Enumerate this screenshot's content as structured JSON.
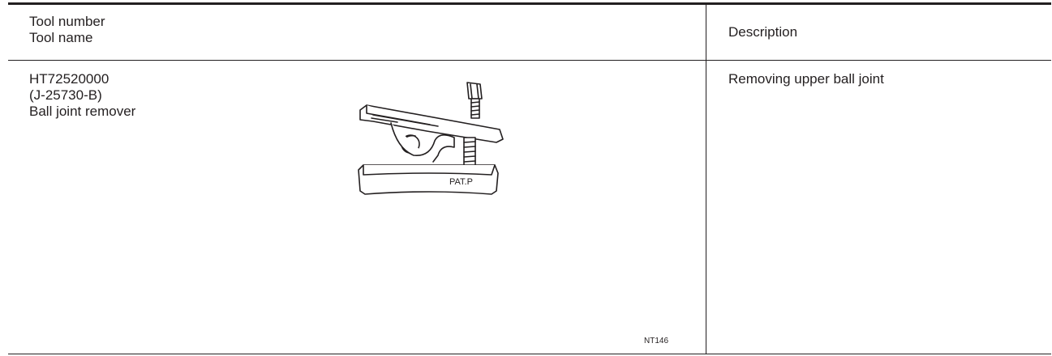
{
  "header": {
    "tool_number_label": "Tool number",
    "tool_name_label": "Tool name",
    "description_label": "Description"
  },
  "row": {
    "tool_number": "HT72520000",
    "alt_number": "(J-25730-B)",
    "tool_name": "Ball joint remover",
    "description": "Removing upper ball joint",
    "illustration_text": "PAT.P",
    "figure_code": "NT146"
  }
}
